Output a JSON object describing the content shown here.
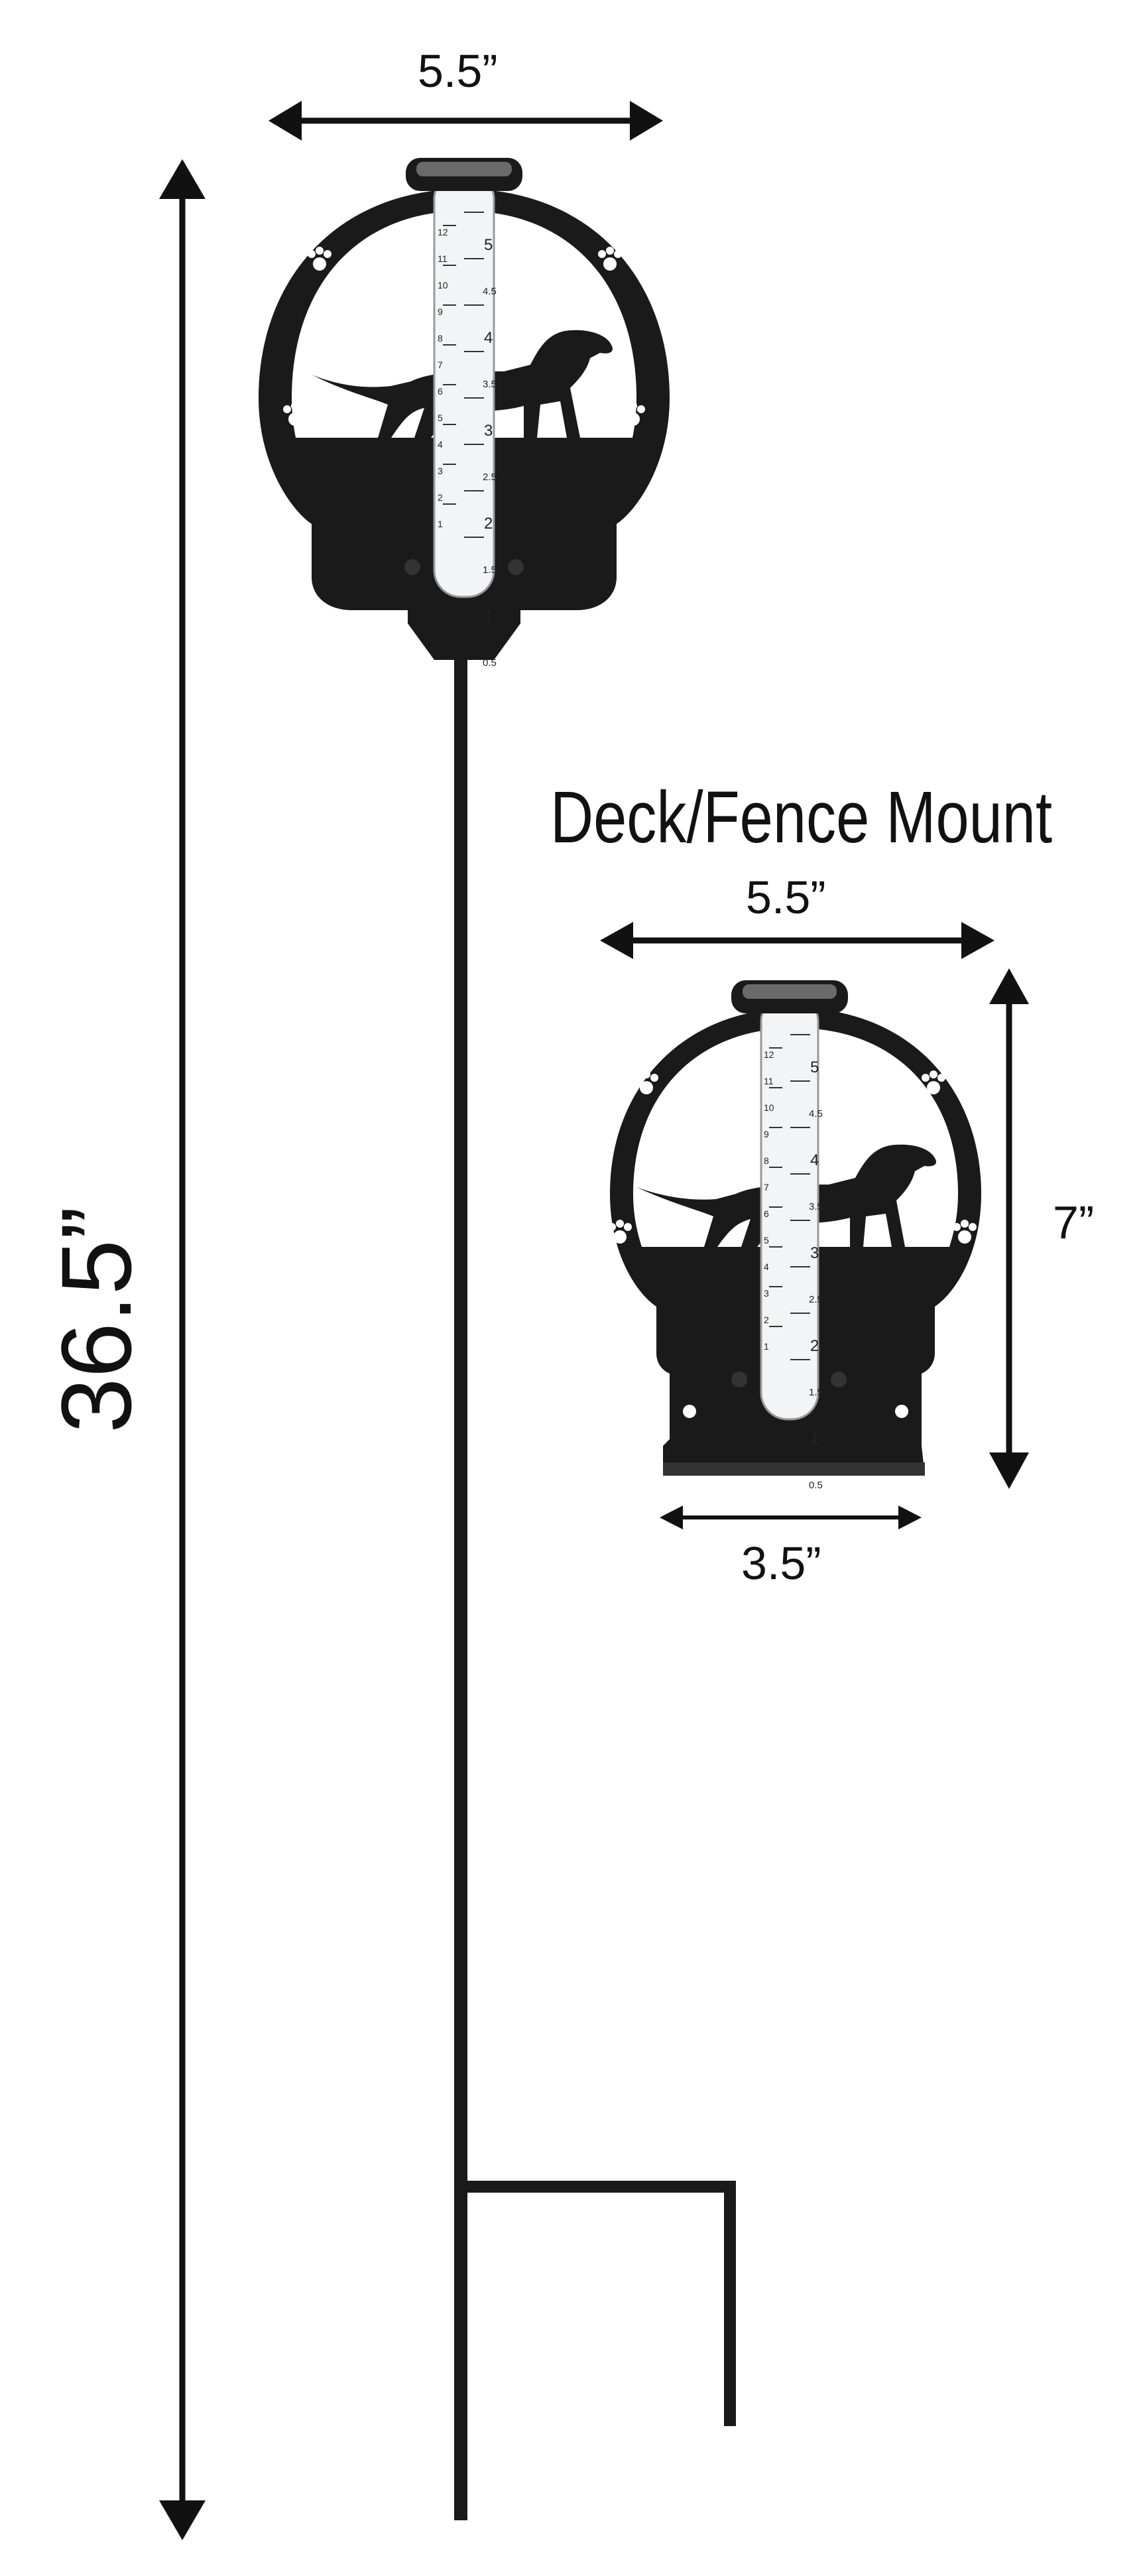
{
  "stake_mount": {
    "width_label": "5.5”",
    "height_label": "36.5”"
  },
  "deck_mount": {
    "title": "Deck/Fence Mount",
    "width_label": "5.5”",
    "height_label": "7”",
    "base_label": "3.5”"
  },
  "gauge_scale": {
    "inches_major": [
      "5",
      "4",
      "3",
      "2",
      "1"
    ],
    "inches_minor": [
      "4.5",
      "3.5",
      "2.5",
      "1.5",
      "0.5"
    ],
    "cm": [
      "12",
      "11",
      "10",
      "9",
      "8",
      "7",
      "6",
      "5",
      "4",
      "3",
      "2",
      "1"
    ]
  },
  "colors": {
    "metal": "#1a1a1a",
    "glass": "#f2f4f6",
    "arrow": "#111111",
    "background": "#ffffff"
  },
  "icons": [
    "dog-silhouette-icon",
    "paw-print-icon"
  ]
}
